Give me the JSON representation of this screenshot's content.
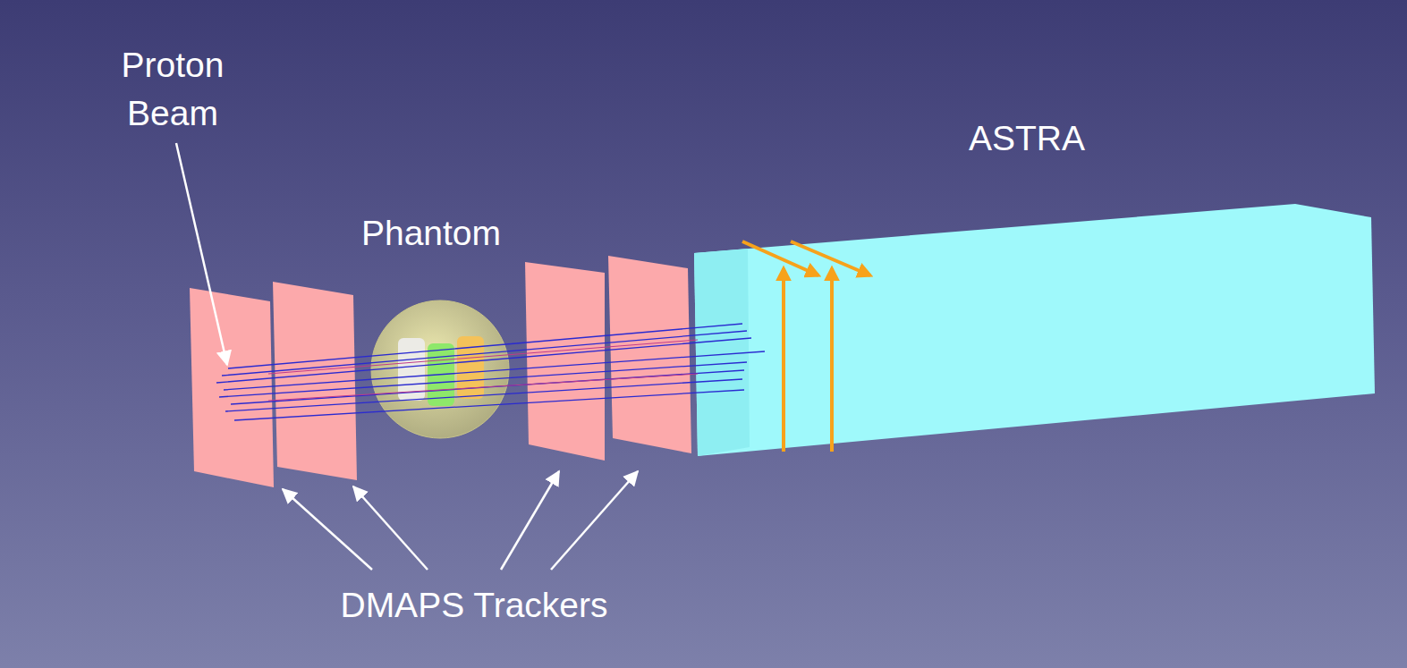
{
  "diagram": {
    "labels": [
      "Proton Beam",
      "Phantom",
      "ASTRA",
      "DMAPS Trackers"
    ]
  }
}
